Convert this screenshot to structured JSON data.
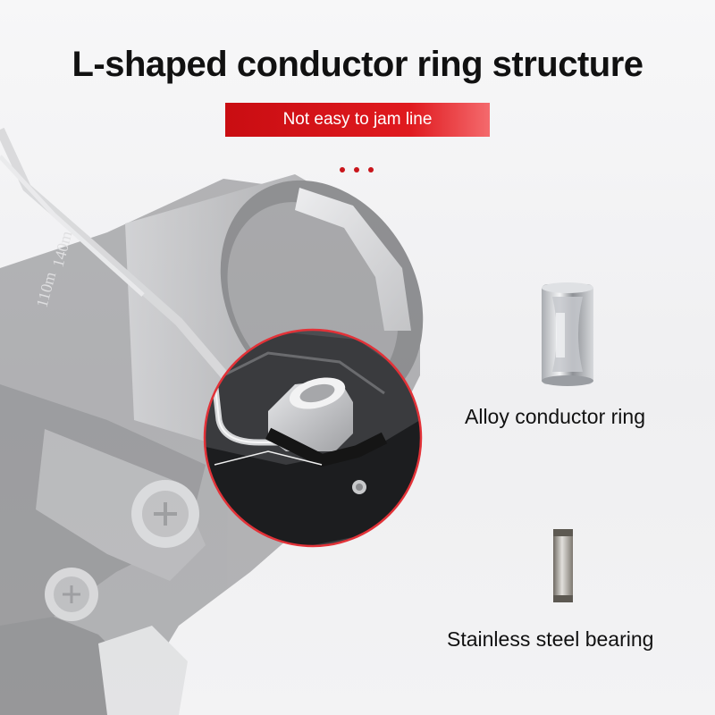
{
  "heading": {
    "title": "L-shaped conductor ring structure",
    "badge": "Not easy to jam line"
  },
  "parts": [
    {
      "name": "ring",
      "label": "Alloy conductor ring"
    },
    {
      "name": "bearing",
      "label": "Stainless steel bearing"
    }
  ],
  "spool_markings": [
    "140m",
    "110m"
  ],
  "colors": {
    "accent_red": "#d8161b",
    "text_dark": "#111111",
    "background": "#f2f2f3"
  }
}
